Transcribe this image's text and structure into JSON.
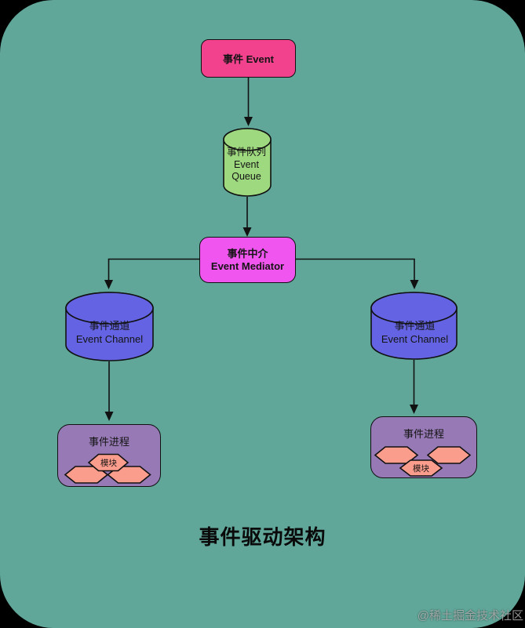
{
  "title": "事件驱动架构",
  "watermark": "@稀土掘金技术社区",
  "colors": {
    "background": "#000000",
    "canvas": "#60A79A",
    "event_box": "#F2428E",
    "event_queue_cylinder": "#9ED87F",
    "event_mediator_box": "#F155EF",
    "event_channel_cylinder": "#6363E3",
    "event_process_box": "#9679B5",
    "module_hexagon": "#FB9D8D",
    "stroke": "#111111"
  },
  "nodes": {
    "event": {
      "label": "事件 Event"
    },
    "event_queue": {
      "line1": "事件队列",
      "line2": "Event",
      "line3": "Queue"
    },
    "event_mediator": {
      "line1": "事件中介",
      "line2": "Event Mediator"
    },
    "event_channel_left": {
      "line1": "事件通道",
      "line2": "Event Channel"
    },
    "event_channel_right": {
      "line1": "事件通道",
      "line2": "Event Channel"
    },
    "event_process_left": {
      "label": "事件进程",
      "module": "模块"
    },
    "event_process_right": {
      "label": "事件进程",
      "module": "模块"
    }
  }
}
